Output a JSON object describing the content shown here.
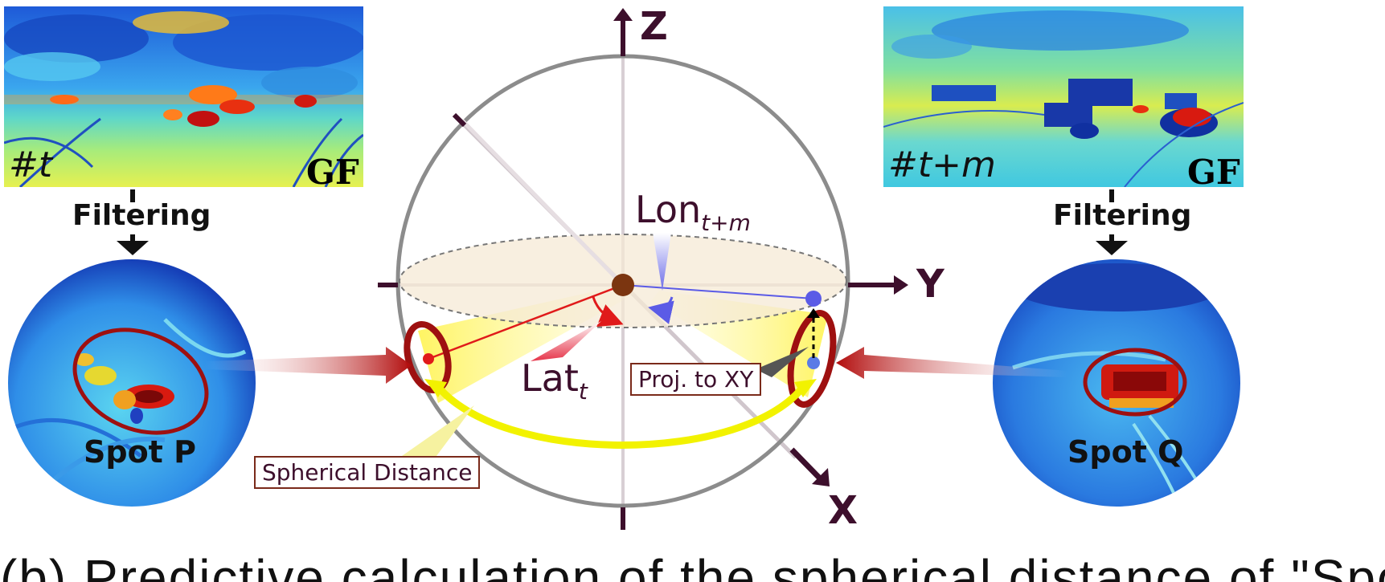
{
  "left_panel": {
    "frame_label_prefix": "#",
    "frame_label_var": "t",
    "method_label": "GF",
    "step_label": "Filtering",
    "spot_label": "Spot P"
  },
  "right_panel": {
    "frame_label_prefix": "#",
    "frame_label_var": "t+m",
    "method_label": "GF",
    "step_label": "Filtering",
    "spot_label": "Spot Q"
  },
  "sphere": {
    "axis_z": "Z",
    "axis_y": "Y",
    "axis_x": "X",
    "lon_base": "Lon",
    "lon_sub": "t+m",
    "lat_base": "Lat",
    "lat_sub": "t",
    "proj_label": "Proj. to XY",
    "distance_label": "Spherical Distance"
  },
  "caption": {
    "text": "(b) Predictive calculation of the spherical distance of \"Spot P\""
  },
  "colors": {
    "axis": "#3d0f2c",
    "spot_ring": "#9e1010",
    "arrow": "#b20c0c",
    "lat_line": "#e01a1a",
    "lon_line": "#5b5be6",
    "yellow_path": "#f2f200",
    "equator_fill": "#f6ead6"
  }
}
